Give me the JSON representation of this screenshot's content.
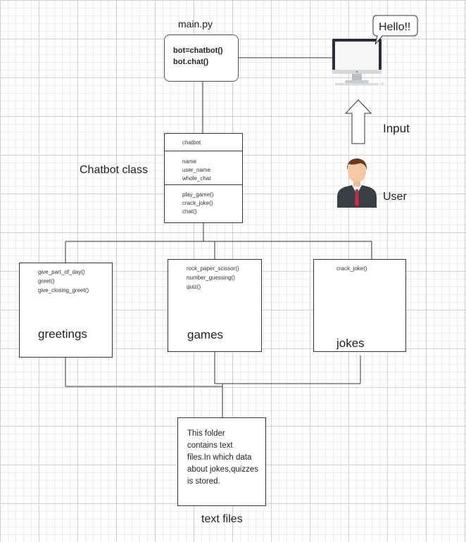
{
  "main_py": {
    "title": "main.py",
    "line1": "bot=chatbot()",
    "line2": "bot.chat()"
  },
  "monitor": {
    "speech": "Hello!!"
  },
  "input_label": "Input",
  "user_label": "User",
  "chatbot_class": {
    "caption": "Chatbot class",
    "name": "chatbot",
    "attributes": [
      "name",
      "user_name",
      "whole_chat"
    ],
    "methods": [
      "play_game()",
      "crack_joke()",
      "chat()"
    ]
  },
  "greetings": {
    "methods": [
      "give_part_of_day()",
      "greet()",
      "give_closing_greet()"
    ],
    "label": "greetings"
  },
  "games": {
    "methods": [
      "rock_paper_scissor()",
      "number_guessing()",
      "quiz()"
    ],
    "label": "games"
  },
  "jokes": {
    "methods": [
      "crack_joke()"
    ],
    "label": "jokes"
  },
  "text_files": {
    "lines": [
      "This folder",
      "contains text",
      "files.In which data",
      "about jokes,quizzes",
      "is stored."
    ],
    "label": "text files"
  },
  "colors": {
    "line": "#333333",
    "suit": "#3a3d44",
    "tie": "#c0304a",
    "hair": "#6b3b1f",
    "skin": "#f5c9a3"
  }
}
